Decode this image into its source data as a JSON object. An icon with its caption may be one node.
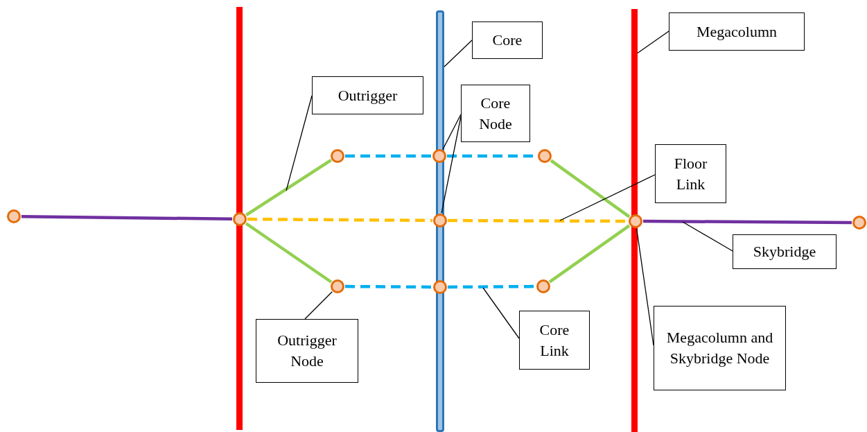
{
  "diagram": {
    "nodes": [
      {
        "text": [
          "Core"
        ]
      },
      {
        "text": [
          "Megacolumn"
        ]
      },
      {
        "text": [
          "Outrigger"
        ]
      },
      {
        "text": [
          "Core Node"
        ]
      },
      {
        "text": [
          "Floor Link"
        ]
      },
      {
        "text": [
          "Skybridge"
        ]
      },
      {
        "text": [
          "Outrigger Node"
        ]
      },
      {
        "text": [
          "Core Link"
        ]
      },
      {
        "text": [
          "Megacolumn and Skybridge Node"
        ]
      },
      {
        "text": [],
        "shape": "bar"
      },
      {
        "text": [],
        "shape": "bar"
      },
      {
        "text": [],
        "shape": "bar"
      },
      {
        "text": [],
        "shape": "circle"
      },
      {
        "text": [],
        "shape": "circle"
      },
      {
        "text": [],
        "shape": "circle"
      },
      {
        "text": [],
        "shape": "circle"
      },
      {
        "text": [],
        "shape": "circle"
      },
      {
        "text": [],
        "shape": "circle"
      },
      {
        "text": [],
        "shape": "circle"
      },
      {
        "text": [],
        "shape": "circle"
      },
      {
        "text": [],
        "shape": "circle"
      },
      {
        "text": [],
        "shape": "circle"
      },
      {
        "text": [],
        "shape": "circle"
      }
    ],
    "edges": [
      {
        "from": 12,
        "to": 13,
        "arrow": "none",
        "color": "#7030a0"
      },
      {
        "from": 13,
        "to": 14,
        "arrow": "none",
        "color": "#92d050"
      },
      {
        "from": 13,
        "to": 18,
        "arrow": "none",
        "color": "#92d050"
      },
      {
        "from": 14,
        "to": 15,
        "arrow": "none",
        "style": "dashed",
        "color": "#00b0f0"
      },
      {
        "from": 15,
        "to": 16,
        "arrow": "none",
        "style": "dashed",
        "color": "#00b0f0"
      },
      {
        "from": 18,
        "to": 19,
        "arrow": "none",
        "style": "dashed",
        "color": "#00b0f0"
      },
      {
        "from": 19,
        "to": 20,
        "arrow": "none",
        "style": "dashed",
        "color": "#00b0f0"
      },
      {
        "from": 16,
        "to": 21,
        "arrow": "none",
        "color": "#92d050"
      },
      {
        "from": 20,
        "to": 21,
        "arrow": "none",
        "color": "#92d050"
      },
      {
        "from": 13,
        "to": 17,
        "arrow": "none",
        "style": "dashed",
        "color": "#ffc000"
      },
      {
        "from": 17,
        "to": 21,
        "arrow": "none",
        "style": "dashed",
        "color": "#ffc000"
      },
      {
        "from": 21,
        "to": 22,
        "arrow": "none",
        "color": "#7030a0"
      },
      {
        "from": 0,
        "to": 10,
        "arrow": "none"
      },
      {
        "from": 1,
        "to": 11,
        "arrow": "none"
      },
      {
        "from": 2,
        "to": null,
        "arrow": "none"
      },
      {
        "from": 3,
        "to": 15,
        "arrow": "none"
      },
      {
        "from": 3,
        "to": 17,
        "arrow": "none"
      },
      {
        "from": 4,
        "to": null,
        "arrow": "none"
      },
      {
        "from": 5,
        "to": null,
        "arrow": "none"
      },
      {
        "from": 6,
        "to": 18,
        "arrow": "none"
      },
      {
        "from": 7,
        "to": null,
        "arrow": "none"
      },
      {
        "from": 8,
        "to": 21,
        "arrow": "none"
      }
    ]
  }
}
